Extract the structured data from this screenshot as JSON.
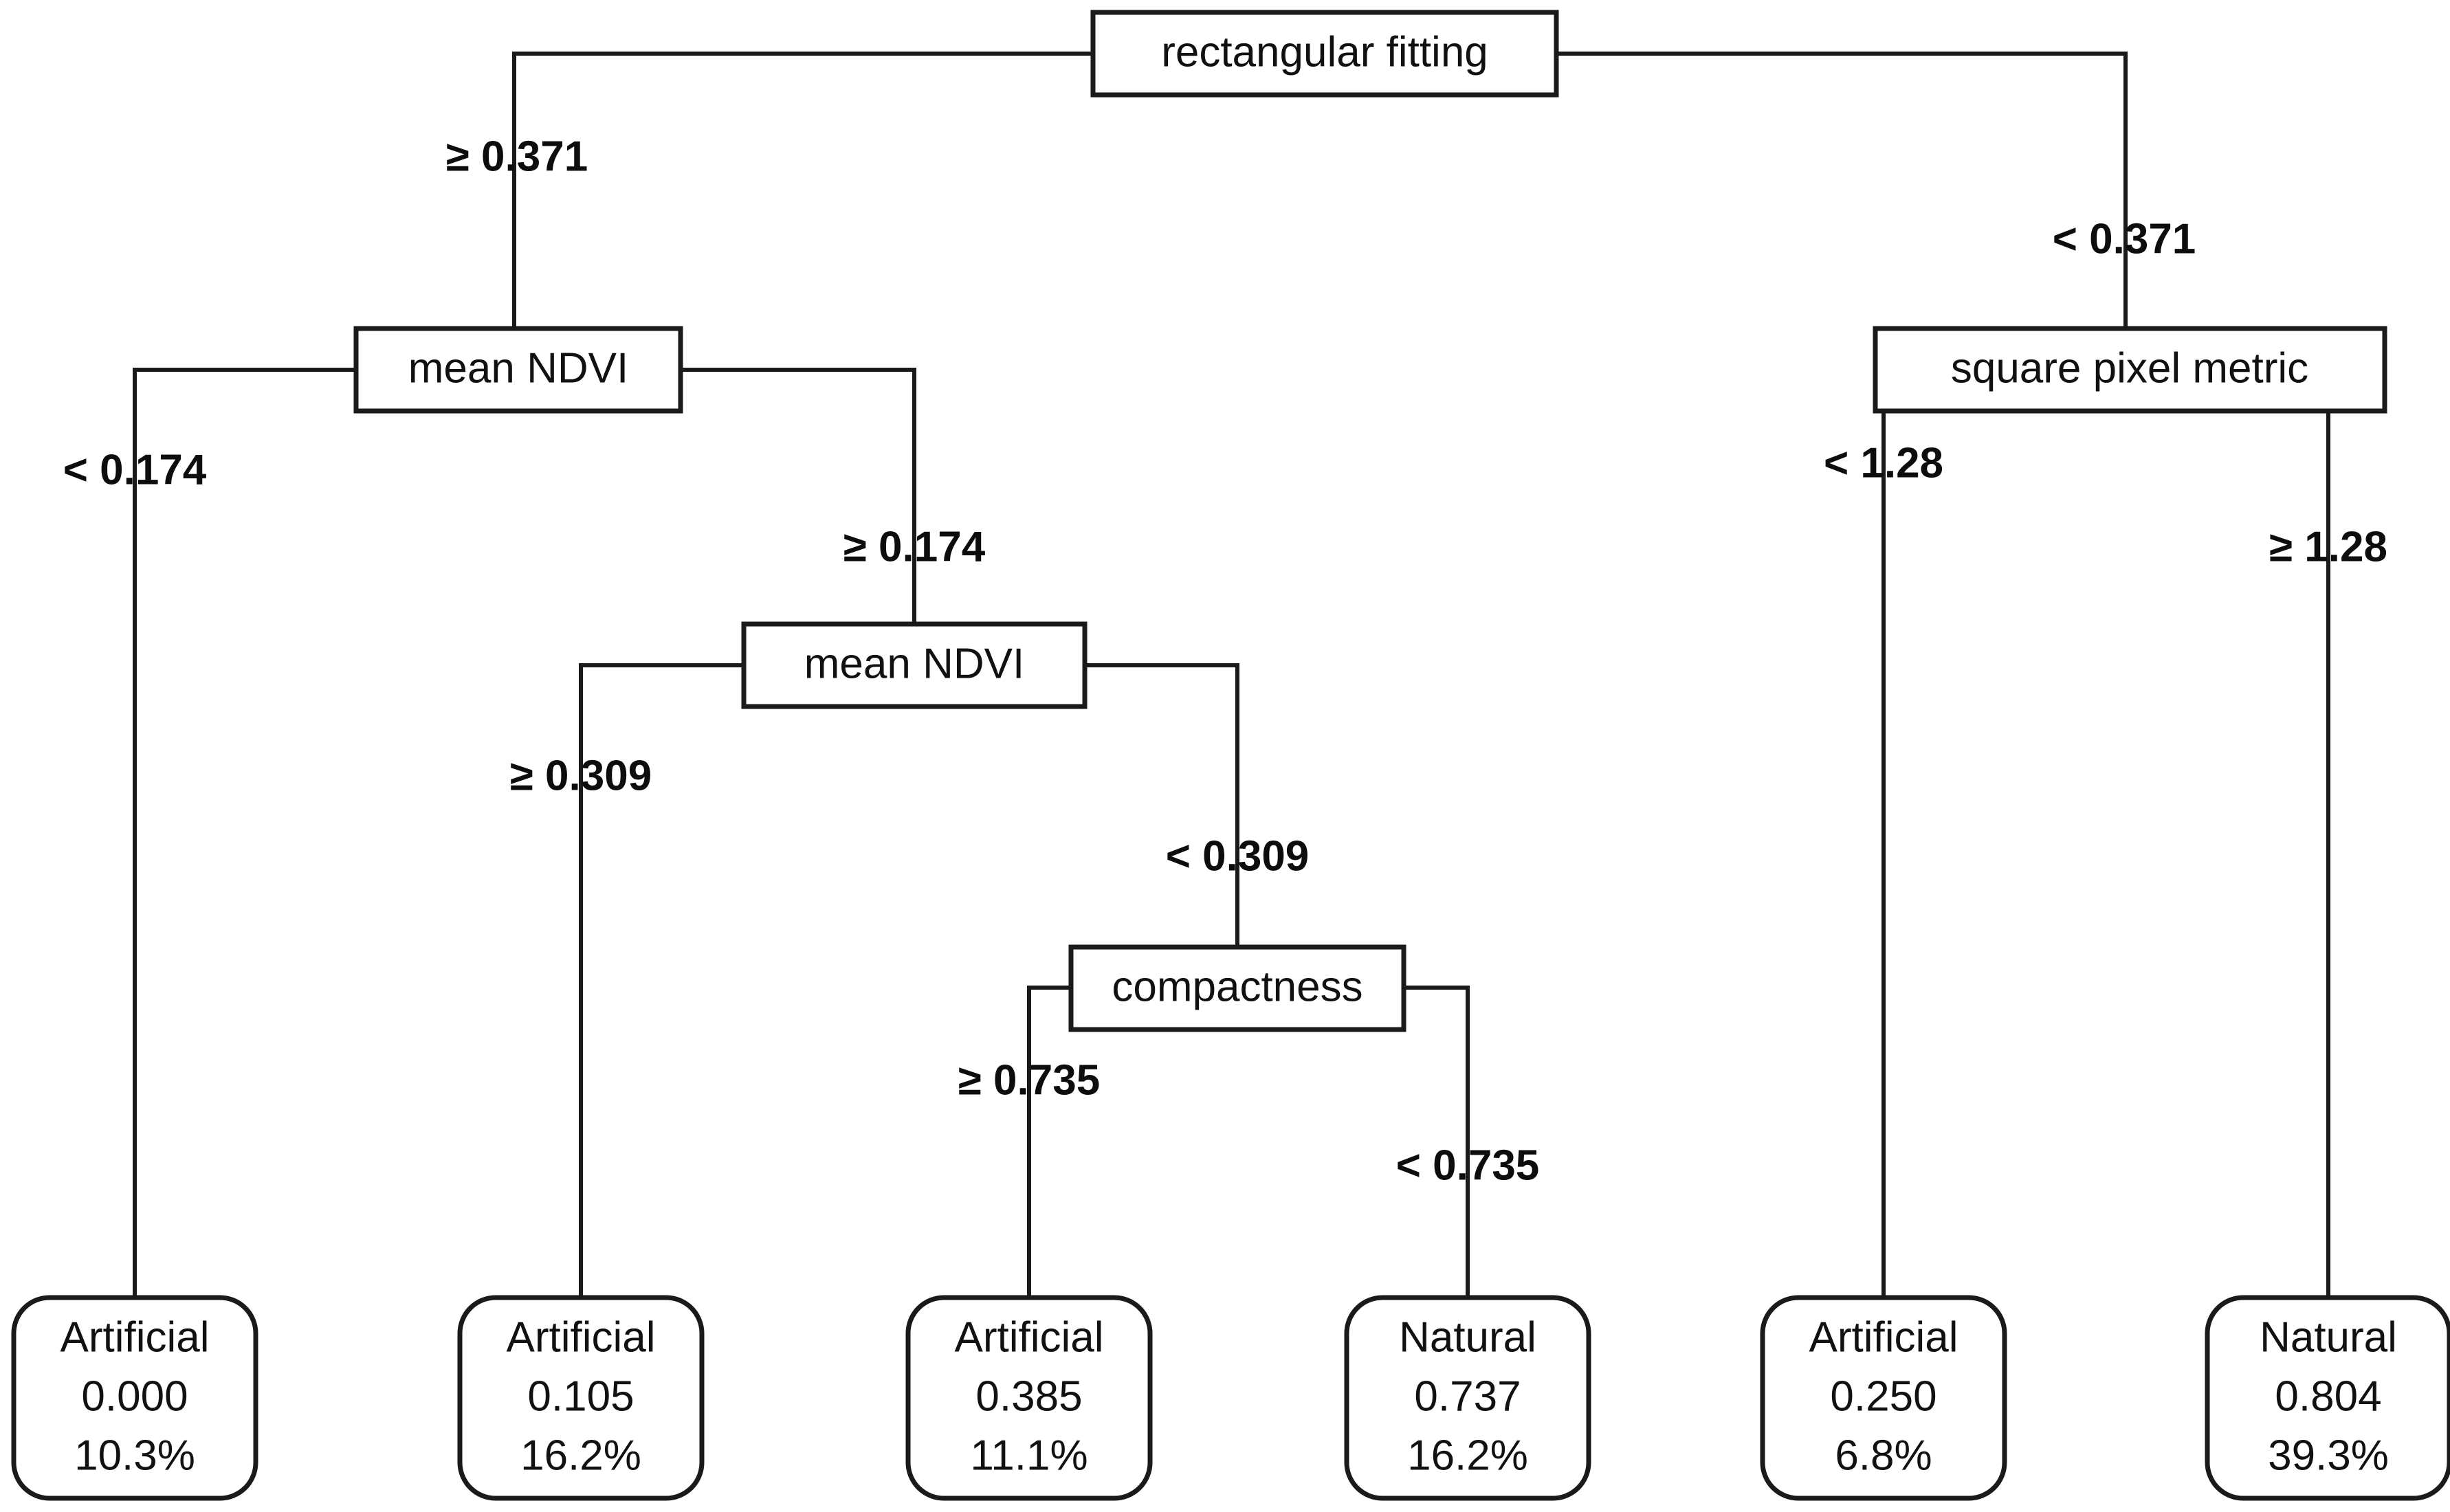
{
  "figure": {
    "type": "decision-tree-diagram",
    "background_color": "#ffffff",
    "line_color": "#1a1a1a",
    "text_color": "#111111"
  },
  "chart_data": {
    "type": "tree",
    "title": "",
    "root": "rectangular fitting",
    "internal_nodes": [
      {
        "id": "n0",
        "label": "rectangular fitting"
      },
      {
        "id": "n1",
        "label": "mean NDVI"
      },
      {
        "id": "n2",
        "label": "square pixel metric"
      },
      {
        "id": "n3",
        "label": "mean NDVI"
      },
      {
        "id": "n4",
        "label": "compactness"
      }
    ],
    "leaf_nodes": [
      {
        "id": "l1",
        "class": "Artificial",
        "value": "0.000",
        "percent": "10.3%"
      },
      {
        "id": "l2",
        "class": "Artificial",
        "value": "0.105",
        "percent": "16.2%"
      },
      {
        "id": "l3",
        "class": "Artificial",
        "value": "0.385",
        "percent": "11.1%"
      },
      {
        "id": "l4",
        "class": "Natural",
        "value": "0.737",
        "percent": "16.2%"
      },
      {
        "id": "l5",
        "class": "Artificial",
        "value": "0.250",
        "percent": "6.8%"
      },
      {
        "id": "l6",
        "class": "Natural",
        "value": "0.804",
        "percent": "39.3%"
      }
    ],
    "edges": [
      {
        "from": "n0",
        "to": "n1",
        "label": "≥ 0.371"
      },
      {
        "from": "n0",
        "to": "n2",
        "label": "< 0.371"
      },
      {
        "from": "n1",
        "to": "l1",
        "label": "< 0.174"
      },
      {
        "from": "n1",
        "to": "n3",
        "label": "≥ 0.174"
      },
      {
        "from": "n3",
        "to": "l2",
        "label": "≥ 0.309"
      },
      {
        "from": "n3",
        "to": "n4",
        "label": "< 0.309"
      },
      {
        "from": "n4",
        "to": "l3",
        "label": "≥ 0.735"
      },
      {
        "from": "n4",
        "to": "l4",
        "label": "< 0.735"
      },
      {
        "from": "n2",
        "to": "l5",
        "label": "< 1.28"
      },
      {
        "from": "n2",
        "to": "l6",
        "label": "≥ 1.28"
      }
    ]
  },
  "nodes": {
    "root": {
      "label": "rectangular fitting"
    },
    "mean_ndvi_1": {
      "label": "mean NDVI"
    },
    "square_pixel_metric": {
      "label": "square pixel metric"
    },
    "mean_ndvi_2": {
      "label": "mean NDVI"
    },
    "compactness": {
      "label": "compactness"
    }
  },
  "edge_labels": {
    "root_left": "≥ 0.371",
    "root_right": "< 0.371",
    "ndvi1_left": "< 0.174",
    "ndvi1_right": "≥ 0.174",
    "ndvi2_left": "≥ 0.309",
    "ndvi2_right": "< 0.309",
    "compact_left": "≥ 0.735",
    "compact_right": "< 0.735",
    "spm_left": "< 1.28",
    "spm_right": "≥ 1.28"
  },
  "leaves": [
    {
      "class_label": "Artificial",
      "probability": "0.000",
      "share": "10.3%"
    },
    {
      "class_label": "Artificial",
      "probability": "0.105",
      "share": "16.2%"
    },
    {
      "class_label": "Artificial",
      "probability": "0.385",
      "share": "11.1%"
    },
    {
      "class_label": "Natural",
      "probability": "0.737",
      "share": "16.2%"
    },
    {
      "class_label": "Artificial",
      "probability": "0.250",
      "share": "6.8%"
    },
    {
      "class_label": "Natural",
      "probability": "0.804",
      "share": "39.3%"
    }
  ]
}
